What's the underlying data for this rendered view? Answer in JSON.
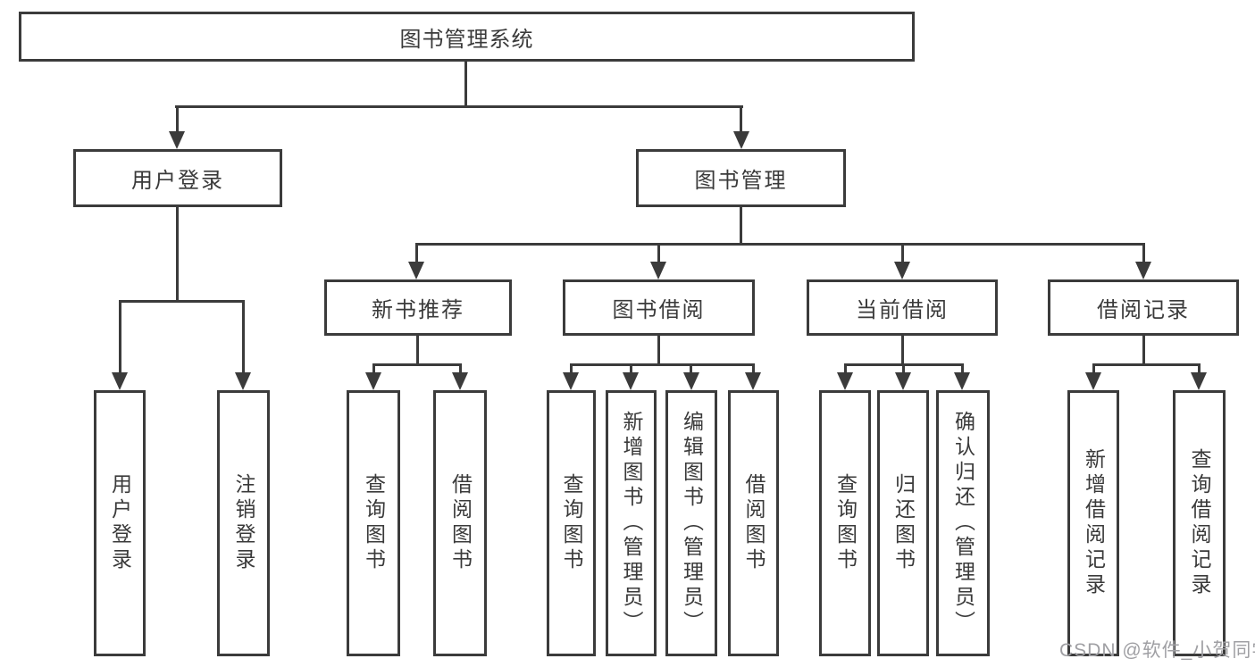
{
  "diagram": {
    "root": "图书管理系统",
    "level2": {
      "user_login": "用户登录",
      "book_mgmt": "图书管理"
    },
    "level3": {
      "new_book": "新书推荐",
      "book_borrow": "图书借阅",
      "current_borrow": "当前借阅",
      "borrow_records": "借阅记录"
    },
    "leaves": {
      "user_login": [
        "用户登录",
        "注销登录"
      ],
      "new_book": [
        "查询图书",
        "借阅图书"
      ],
      "book_borrow": [
        "查询图书",
        "新增图书（管理员）",
        "编辑图书（管理员）",
        "借阅图书"
      ],
      "current_borrow": [
        "查询图书",
        "归还图书",
        "确认归还（管理员）"
      ],
      "borrow_records": [
        "新增借阅记录",
        "查询借阅记录"
      ]
    }
  },
  "watermark": "CSDN @软件_小贺同学",
  "colors": {
    "line": "#3b3b3b",
    "text": "#3a3a3a",
    "watermark": "#9f9fa3",
    "background": "#ffffff"
  }
}
